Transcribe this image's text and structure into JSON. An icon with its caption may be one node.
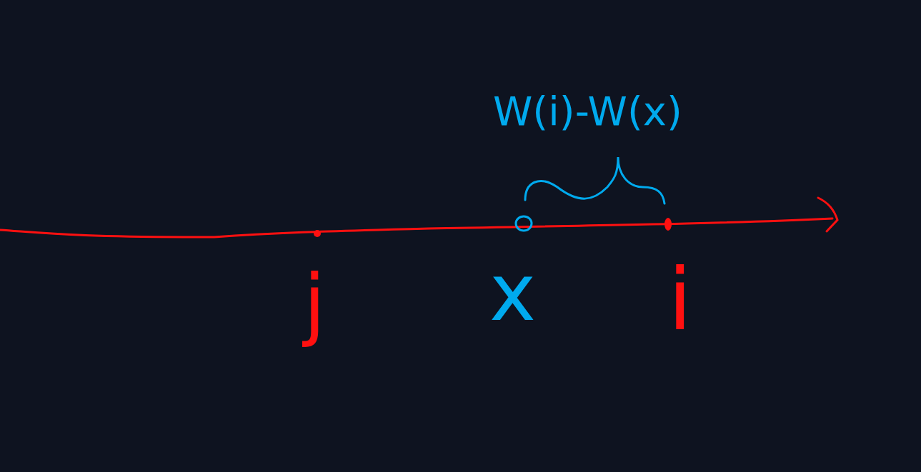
{
  "diagram": {
    "labels": [
      "W(i)-W(x)",
      "j",
      "x",
      "i"
    ]
  }
}
